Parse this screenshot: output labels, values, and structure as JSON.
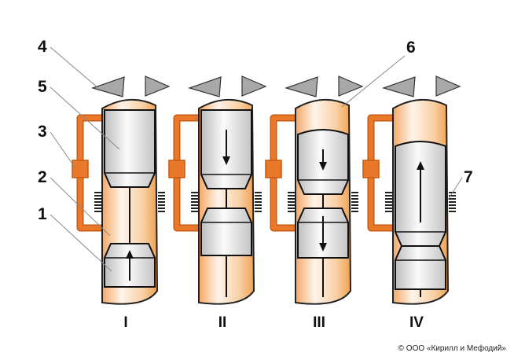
{
  "diagram": {
    "callouts": [
      "1",
      "2",
      "3",
      "4",
      "5",
      "6",
      "7"
    ],
    "stages": [
      "I",
      "II",
      "III",
      "IV"
    ],
    "colors": {
      "body": "#f5b77a",
      "pipe": "#e9782a",
      "piston": "#d8d8d8",
      "triangle": "#a8a8a8"
    }
  },
  "copyright": "© ООО «Кирилл и Мефодий»"
}
